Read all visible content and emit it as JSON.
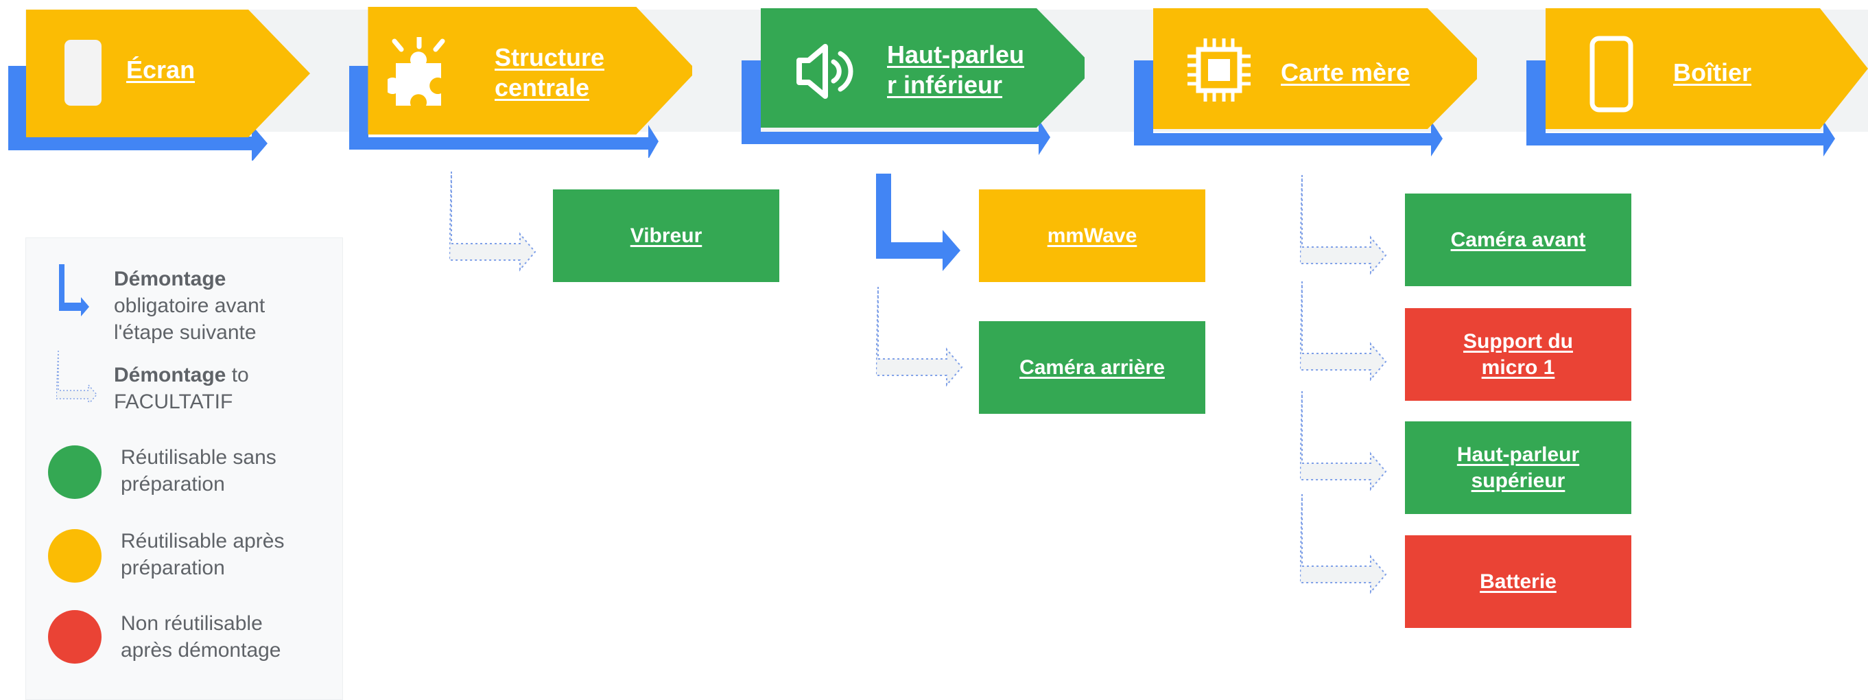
{
  "colors": {
    "blue": "#4285f4",
    "yellow": "#fbbc04",
    "green": "#34a853",
    "red": "#ea4335",
    "band": "#f1f3f4",
    "dotted": "#c8d6f0"
  },
  "steps": [
    {
      "label": "Écran",
      "color": "yellow",
      "icon": "phone-screen-icon"
    },
    {
      "label": "Structure\ncentrale",
      "color": "yellow",
      "icon": "puzzle-icon"
    },
    {
      "label": "Haut-parleu\nr inférieur",
      "color": "green",
      "icon": "speaker-icon"
    },
    {
      "label": "Carte mère",
      "color": "yellow",
      "icon": "chip-icon"
    },
    {
      "label": "Boîtier",
      "color": "yellow",
      "icon": "phone-case-icon"
    }
  ],
  "parts": [
    {
      "label": "Vibreur",
      "color": "green",
      "connector": "optional"
    },
    {
      "label": "mmWave",
      "color": "yellow",
      "connector": "mandatory"
    },
    {
      "label": "Caméra arrière",
      "color": "green",
      "connector": "optional"
    },
    {
      "label": "Caméra avant",
      "color": "green",
      "connector": "optional"
    },
    {
      "label": "Support du\nmicro 1",
      "color": "red",
      "connector": "optional"
    },
    {
      "label": "Haut-parleur\nsupérieur",
      "color": "green",
      "connector": "optional"
    },
    {
      "label": "Batterie",
      "color": "red",
      "connector": "optional"
    }
  ],
  "legend": {
    "mandatory_bold": "Démontage",
    "mandatory_rest": "obligatoire avant\nl'étape suivante",
    "optional_bold": "Démontage",
    "optional_rest": " to\nFACULTATIF",
    "green_text": "Réutilisable sans\npréparation",
    "yellow_text": "Réutilisable après\npréparation",
    "red_text": "Non réutilisable\naprès démontage"
  }
}
